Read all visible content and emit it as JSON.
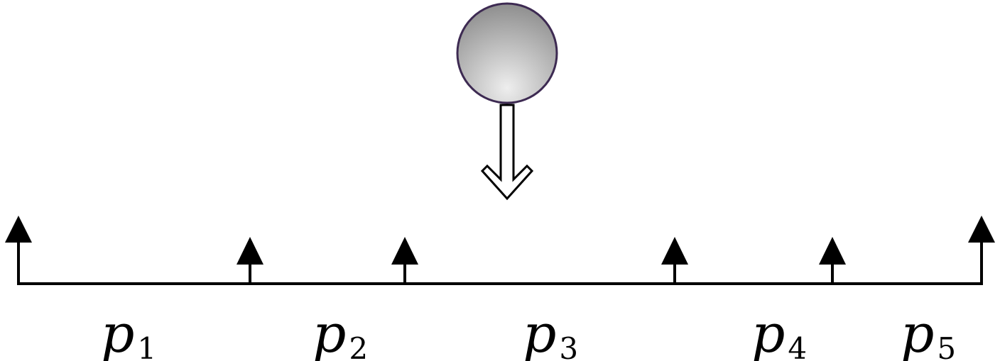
{
  "diagram": {
    "colors": {
      "line": "#000000",
      "ball_outline": "#3d2a52",
      "ball_light": "#eeeeee",
      "ball_dark": "#8e8e8e",
      "arrow_fill": "#ffffff"
    },
    "falling_object": {
      "shape": "ball",
      "icon": "ball-icon",
      "arrow_icon": "hollow-down-arrow-icon"
    },
    "supports_icon": "upward-triangle-arrow-icon",
    "segments": [
      {
        "letter": "p",
        "subscript": "1"
      },
      {
        "letter": "p",
        "subscript": "2"
      },
      {
        "letter": "p",
        "subscript": "3"
      },
      {
        "letter": "p",
        "subscript": "4"
      },
      {
        "letter": "p",
        "subscript": "5"
      }
    ]
  }
}
